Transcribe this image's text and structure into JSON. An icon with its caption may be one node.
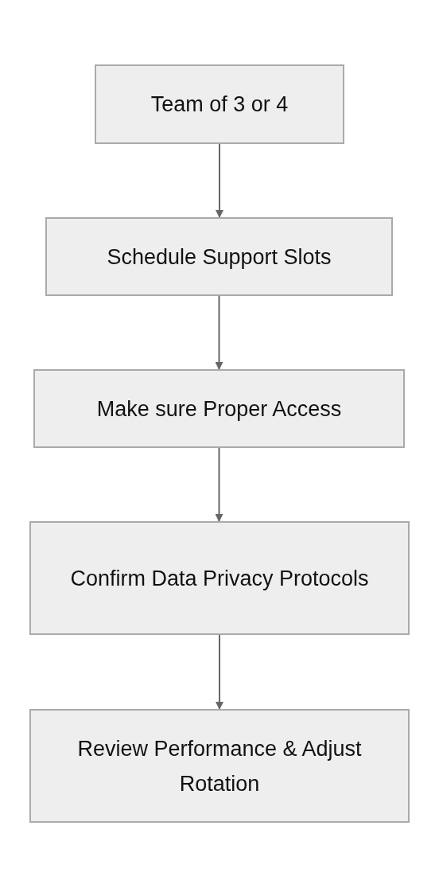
{
  "diagram": {
    "nodes": [
      {
        "text": [
          "Team of 3 or 4"
        ]
      },
      {
        "text": [
          "Schedule Support Slots"
        ]
      },
      {
        "text": [
          "Make sure Proper Access"
        ]
      },
      {
        "text": [
          "Confirm Data Privacy Protocols"
        ]
      },
      {
        "text": [
          "Review Performance & Adjust Rotation"
        ]
      }
    ],
    "edges": [
      {
        "from": 0,
        "to": 1,
        "arrow": "to"
      },
      {
        "from": 1,
        "to": 2,
        "arrow": "to"
      },
      {
        "from": 2,
        "to": 3,
        "arrow": "to"
      },
      {
        "from": 3,
        "to": 4,
        "arrow": "to"
      }
    ]
  }
}
